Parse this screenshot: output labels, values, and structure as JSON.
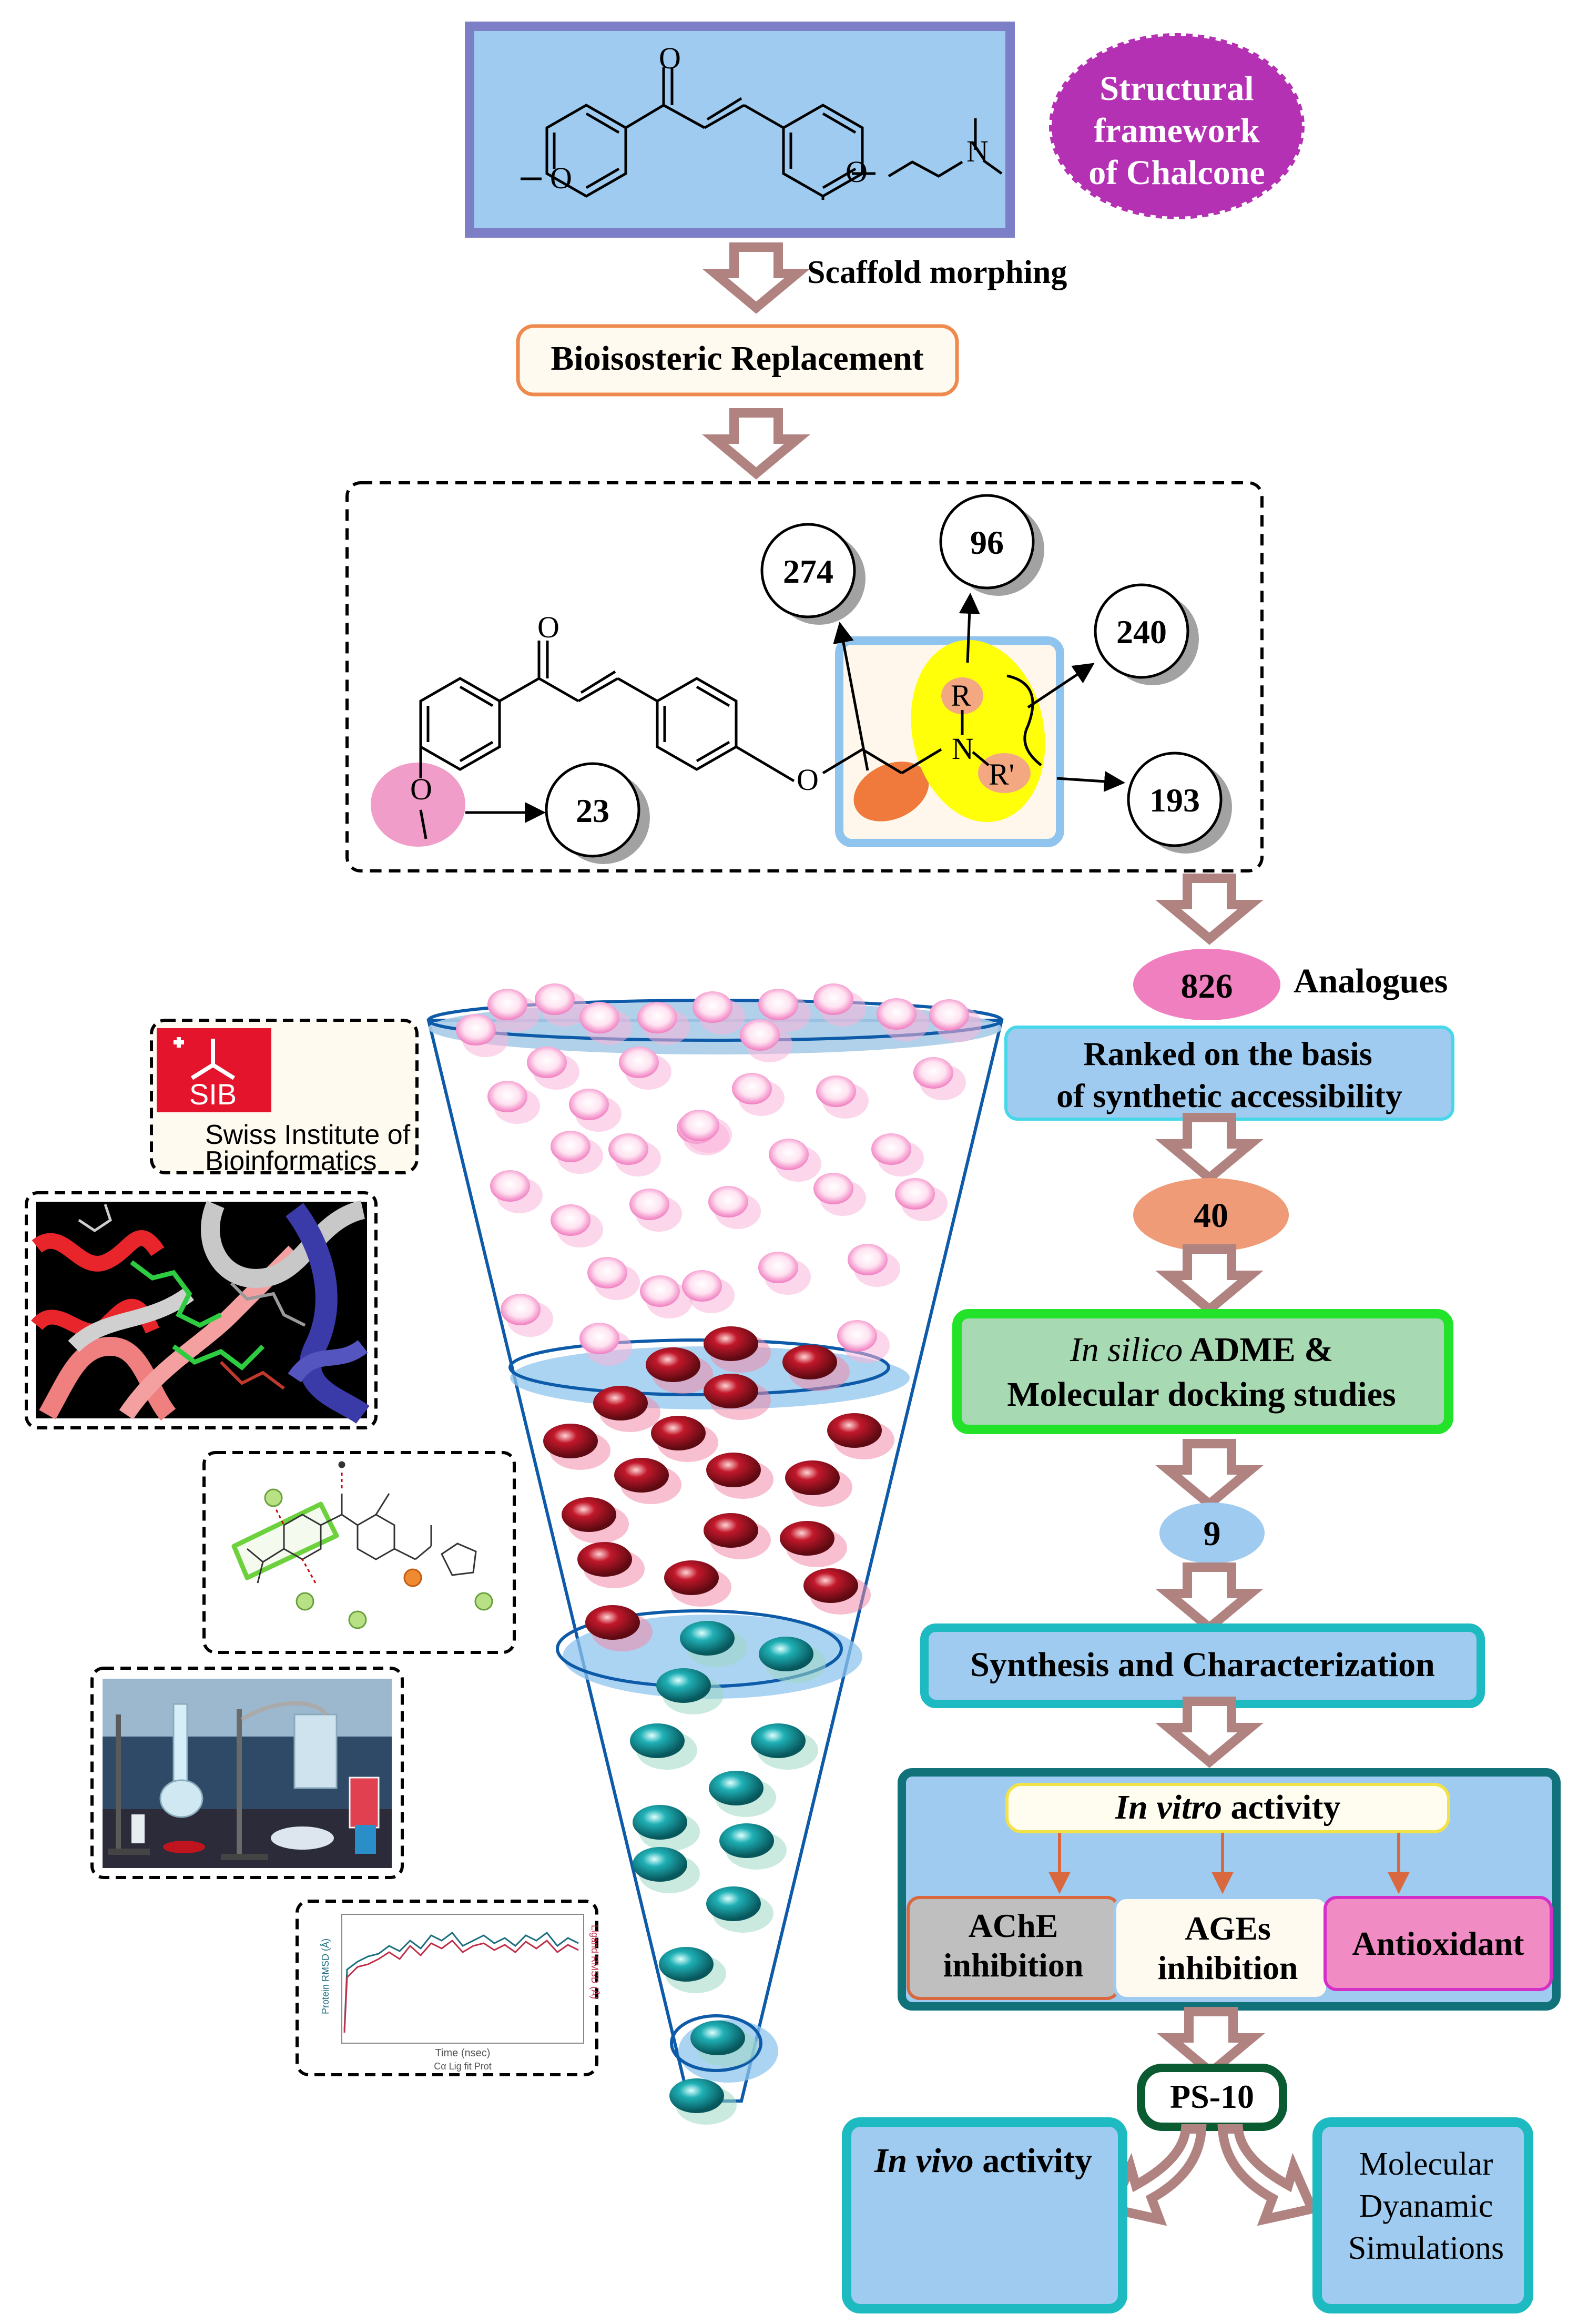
{
  "framework_badge": {
    "line1": "Structural",
    "line2": "framework",
    "line3": "of Chalcone"
  },
  "scaffold_morphing": "Scaffold morphing",
  "bioisosteric": "Bioisosteric Replacement",
  "numbers": {
    "n274": "274",
    "n96": "96",
    "n240": "240",
    "n193": "193",
    "n23": "23"
  },
  "atoms": {
    "o": "O",
    "n": "N",
    "r": "R",
    "rp": "R'"
  },
  "analogues": {
    "count": "826",
    "label": "Analogues"
  },
  "ranked": {
    "line1": "Ranked on the basis",
    "line2": "of synthetic accessibility"
  },
  "count40": "40",
  "adme": {
    "italic": "In silico",
    "rest": " ADME &",
    "line2": "Molecular docking studies"
  },
  "count9": "9",
  "synthesis": "Synthesis and Characterization",
  "invitro": {
    "italic": "In vitro",
    "rest": " activity"
  },
  "ache": {
    "line1": "AChE",
    "line2": "inhibition"
  },
  "ages": {
    "line1": "AGEs",
    "line2": "inhibition"
  },
  "antioxidant": "Antioxidant",
  "ps10": "PS-10",
  "invivo": {
    "italic": "In vivo",
    "rest": " activity"
  },
  "md": {
    "line1": "Molecular",
    "line2": "Dyanamic",
    "line3": "Simulations"
  },
  "sib": {
    "logo": "SIB",
    "line1": "Swiss Institute of",
    "line2": "Bioinformatics"
  },
  "md_plot": {
    "xlabel": "Time (nsec)",
    "ylabel_left": "Protein RMSD (Å)",
    "ylabel_right": "Ligand RMSD (Å)",
    "legend": "Cα  Lig fit Prot"
  },
  "colors": {
    "top_box": "#9ecbef",
    "top_border": "#7c7fc6",
    "badge": "#b531b4",
    "arrow": "#b08381",
    "pink": "#f07fbf",
    "salmon": "#ef9b78",
    "green": "#22e32a",
    "teal": "#1dbac1",
    "dark_teal": "#11727a",
    "blue_box": "#9ecbef"
  }
}
